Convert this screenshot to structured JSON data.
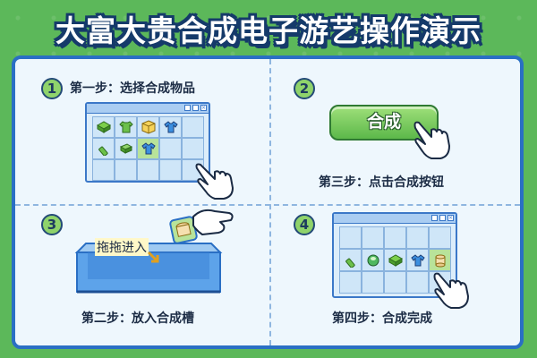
{
  "title": "大富大贵合成电子游艺操作演示",
  "steps": [
    {
      "number": "1",
      "caption": "第一步：选择合成物品"
    },
    {
      "number": "2",
      "caption": "第三步：点击合成按钮",
      "button_label": "合成"
    },
    {
      "number": "3",
      "caption": "第二步：放入合成槽",
      "drag_label": "拖拖进入"
    },
    {
      "number": "4",
      "caption": "第四步：合成完成"
    }
  ],
  "window_close_glyph": "×",
  "colors": {
    "background": "#5cb85a",
    "board_border": "#2a6fc4",
    "accent_green": "#8fd36b",
    "button_green": "#5cb84a"
  }
}
